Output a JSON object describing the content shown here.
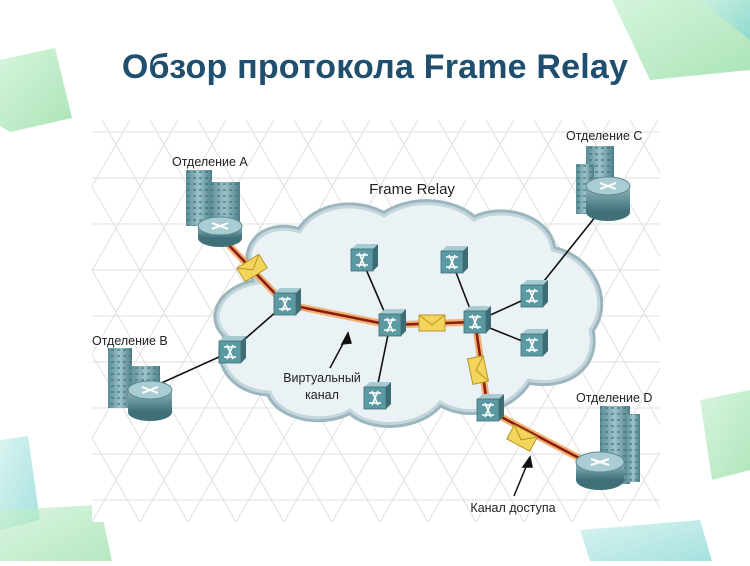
{
  "slide": {
    "title": "Обзор протокола Frame Relay"
  },
  "diagram": {
    "cloud_label": "Frame Relay",
    "branches": {
      "a": "Отделение A",
      "b": "Отделение B",
      "c": "Отделение C",
      "d": "Отделение D"
    },
    "annotations": {
      "virtual_circuit": [
        "Виртуальный",
        "канал"
      ],
      "access_link": "Канал доступа"
    },
    "colors": {
      "title": "#1f4e6e",
      "switch": "#5c9aa3",
      "building": "#6f9ea7",
      "cloud": "#e4eef2",
      "cloud_border": "#9cb6bf",
      "virtual_circuit": "#8b1d0d",
      "frame_envelope": "#f2d55a",
      "grid": "#dcdcdc"
    }
  }
}
